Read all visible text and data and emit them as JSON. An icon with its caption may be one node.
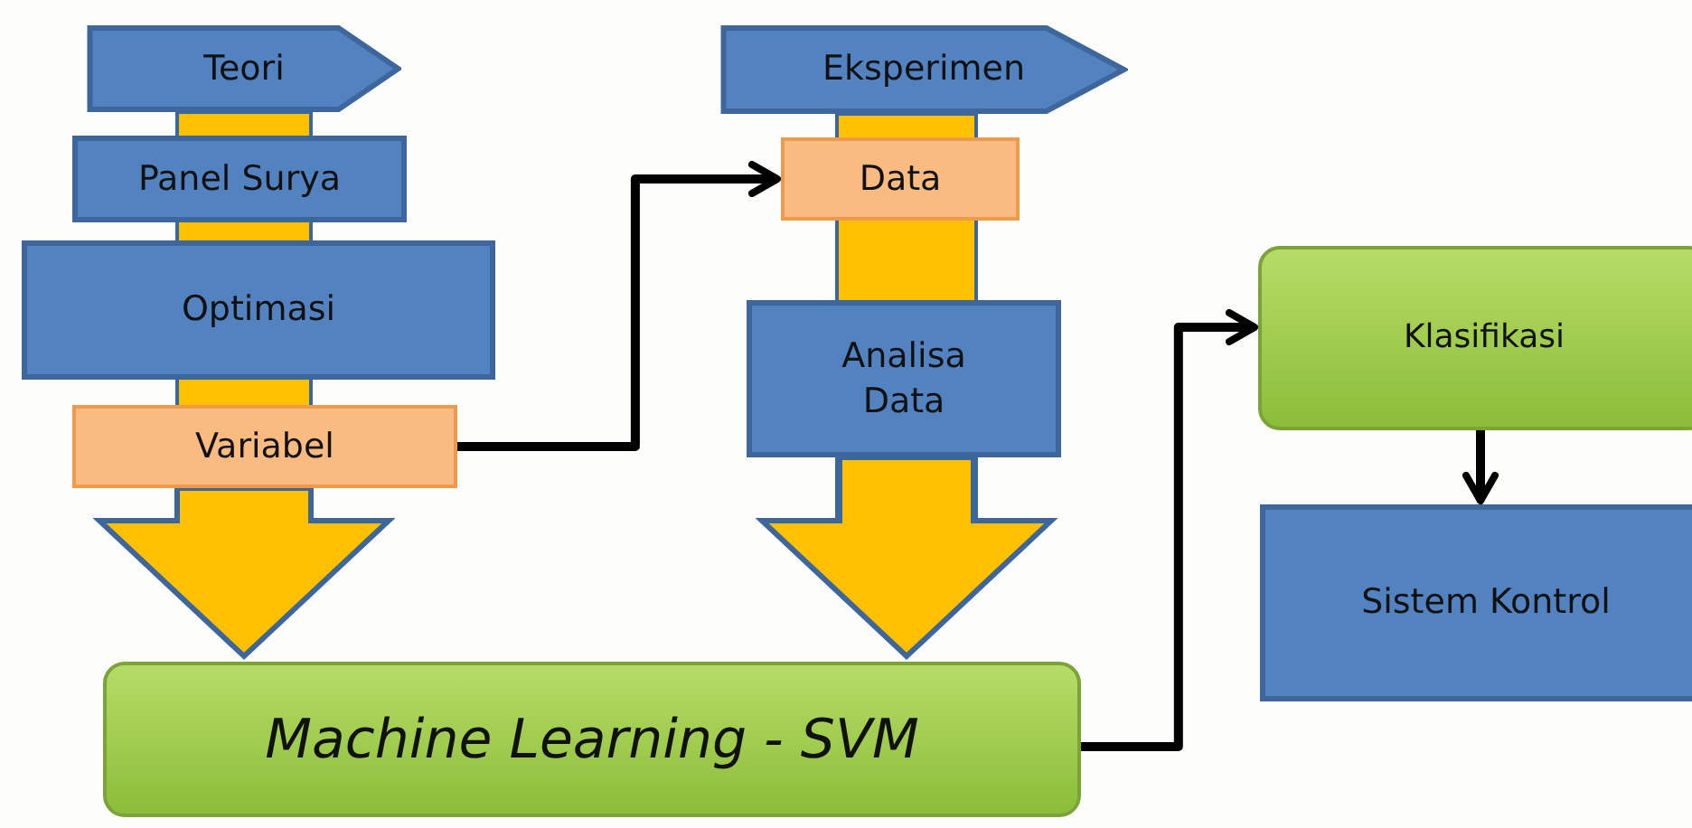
{
  "diagram": {
    "nodes": [
      {
        "text": [
          "Teori"
        ]
      },
      {
        "text": [
          "Panel Surya"
        ]
      },
      {
        "text": [
          "Optimasi"
        ]
      },
      {
        "text": [
          "Variabel"
        ]
      },
      {
        "text": [
          "Eksperimen"
        ]
      },
      {
        "text": [
          "Data"
        ]
      },
      {
        "text": [
          "Analisa Data"
        ]
      },
      {
        "text": [
          "Machine Learning - SVM"
        ]
      },
      {
        "text": [
          "Klasifikasi"
        ]
      },
      {
        "text": [
          "Sistem Kontrol"
        ]
      }
    ],
    "edges": [
      {
        "from": 3,
        "to": 5,
        "arrow": "to"
      },
      {
        "from": 3,
        "to": 7,
        "arrow": "to",
        "style": "thick",
        "color": "#ffc000"
      },
      {
        "from": 6,
        "to": 7,
        "arrow": "to",
        "style": "thick",
        "color": "#ffc000"
      },
      {
        "from": 7,
        "to": 8,
        "arrow": "to"
      },
      {
        "from": 8,
        "to": 9,
        "arrow": "to"
      }
    ]
  }
}
